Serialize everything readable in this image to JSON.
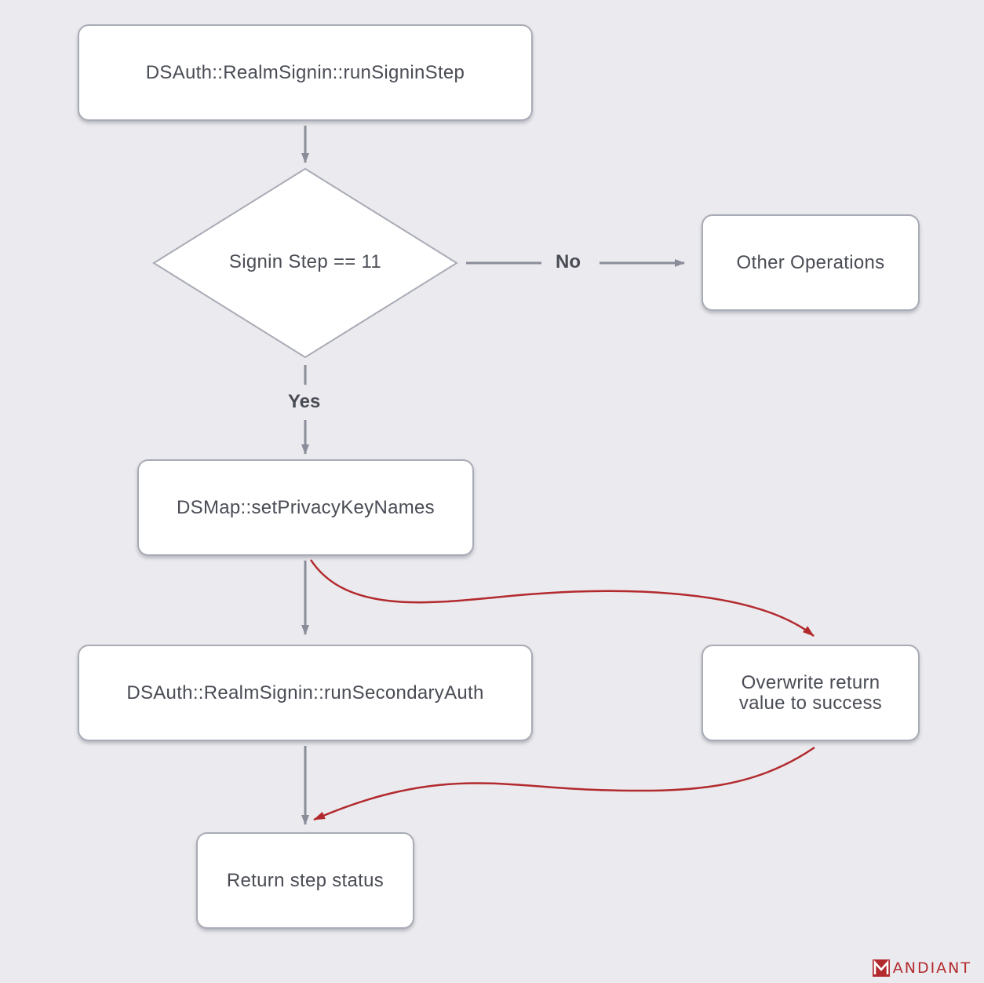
{
  "nodes": {
    "run_signin_step": "DSAuth::RealmSignin::runSigninStep",
    "decision": "Signin Step == 11",
    "other_operations": "Other Operations",
    "set_privacy_key_names": "DSMap::setPrivacyKeyNames",
    "run_secondary_auth": "DSAuth::RealmSignin::runSecondaryAuth",
    "overwrite_return": "Overwrite return value to success",
    "return_step_status": "Return step status"
  },
  "edge_labels": {
    "no": "No",
    "yes": "Yes"
  },
  "logo": {
    "text": "ANDIANT",
    "full_name": "MANDIANT"
  },
  "colors": {
    "background": "#ebeaee",
    "connector": "#8a8d99",
    "hook_path": "#b22a2e",
    "node_border": "#a9acb6",
    "text": "#4a4c55"
  }
}
